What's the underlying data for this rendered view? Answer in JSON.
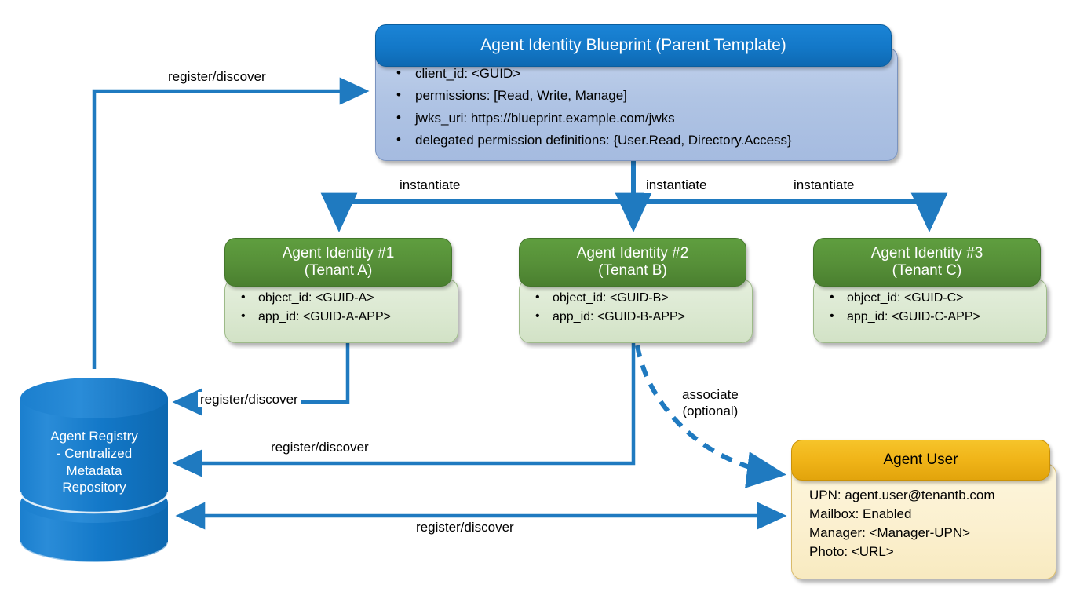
{
  "diagram": {
    "title": "Agent Identity Blueprint multi-tenant architecture",
    "colors": {
      "blue_header": "#1378C8",
      "blue_body": "#B0C4E4",
      "green_header": "#568F38",
      "green_body": "#DCE9D2",
      "orange_header": "#F0B418",
      "orange_body": "#FBF0CF",
      "cylinder": "#1378C8",
      "arrow": "#1F7AC0"
    }
  },
  "blueprint": {
    "title": "Agent Identity Blueprint (Parent Template)",
    "attributes": [
      "client_id: <GUID>",
      "permissions: [Read, Write, Manage]",
      "jwks_uri: https://blueprint.example.com/jwks",
      "delegated permission definitions: {User.Read, Directory.Access}"
    ]
  },
  "agent_identities": [
    {
      "title_line1": "Agent Identity #1",
      "title_line2": "(Tenant A)",
      "attributes": [
        "object_id: <GUID-A>",
        "app_id: <GUID-A-APP>"
      ]
    },
    {
      "title_line1": "Agent Identity #2",
      "title_line2": "(Tenant B)",
      "attributes": [
        "object_id: <GUID-B>",
        "app_id: <GUID-B-APP>"
      ]
    },
    {
      "title_line1": "Agent Identity #3",
      "title_line2": "(Tenant C)",
      "attributes": [
        "object_id: <GUID-C>",
        "app_id: <GUID-C-APP>"
      ]
    }
  ],
  "agent_user": {
    "title": "Agent User",
    "attributes": [
      "UPN: agent.user@tenantb.com",
      "Mailbox: Enabled",
      "Manager: <Manager-UPN>",
      "Photo: <URL>"
    ]
  },
  "registry": {
    "label_line1": "Agent Registry",
    "label_line2": "- Centralized",
    "label_line3": "Metadata",
    "label_line4": "Repository"
  },
  "edges": {
    "register_discover_top": "register/discover",
    "instantiate_1": "instantiate",
    "instantiate_2": "instantiate",
    "instantiate_3": "instantiate",
    "register_discover_ai1": "register/discover",
    "register_discover_ai2": "register/discover",
    "register_discover_user": "register/discover",
    "associate_line1": "associate",
    "associate_line2": "(optional)"
  }
}
